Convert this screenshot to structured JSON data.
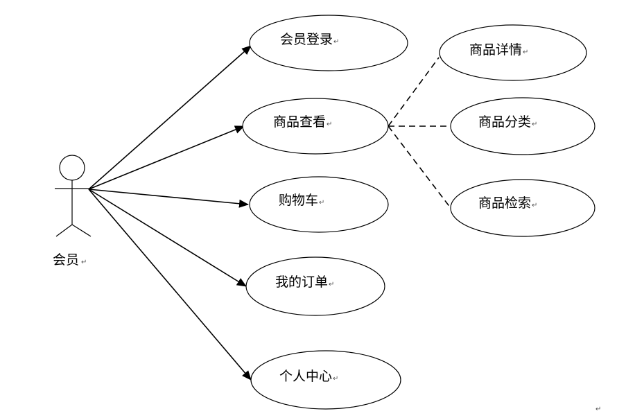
{
  "diagram": {
    "actor": {
      "label": "会员"
    },
    "use_cases": [
      {
        "id": "login",
        "label": "会员登录"
      },
      {
        "id": "view",
        "label": "商品查看"
      },
      {
        "id": "cart",
        "label": "购物车"
      },
      {
        "id": "orders",
        "label": "我的订单"
      },
      {
        "id": "profile",
        "label": "个人中心"
      }
    ],
    "sub_use_cases": [
      {
        "id": "detail",
        "label": "商品详情"
      },
      {
        "id": "category",
        "label": "商品分类"
      },
      {
        "id": "search",
        "label": "商品检索"
      }
    ],
    "paragraph_mark": "↵"
  }
}
